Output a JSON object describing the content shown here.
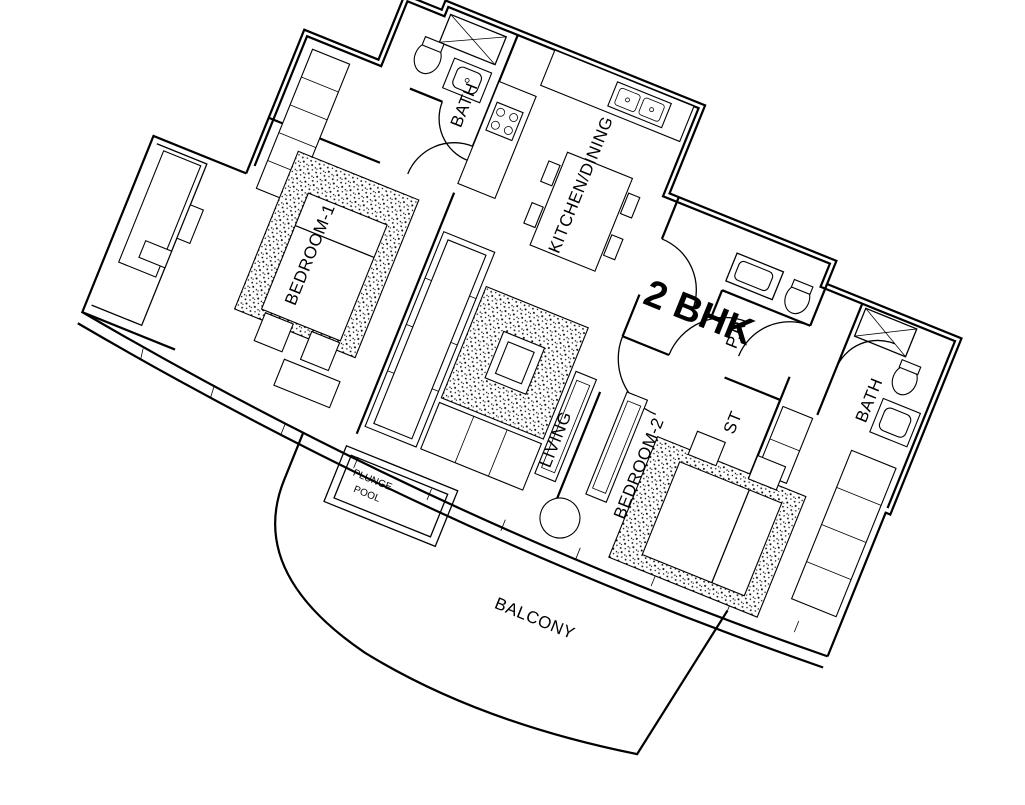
{
  "plan": {
    "title": "2 BHK",
    "rooms": {
      "bedroom_1": "BEDROOM-1",
      "bedroom_2": "BEDROOM-2",
      "kitchen_dining": "KITCHEN/DINING",
      "living": "LIVING",
      "bath_1": "BATH",
      "bath_2": "BATH",
      "powder_room": "P.R",
      "store": "ST",
      "balcony": "BALCONY",
      "plunge_pool_line1": "PLUNGE",
      "plunge_pool_line2": "POOL"
    }
  }
}
